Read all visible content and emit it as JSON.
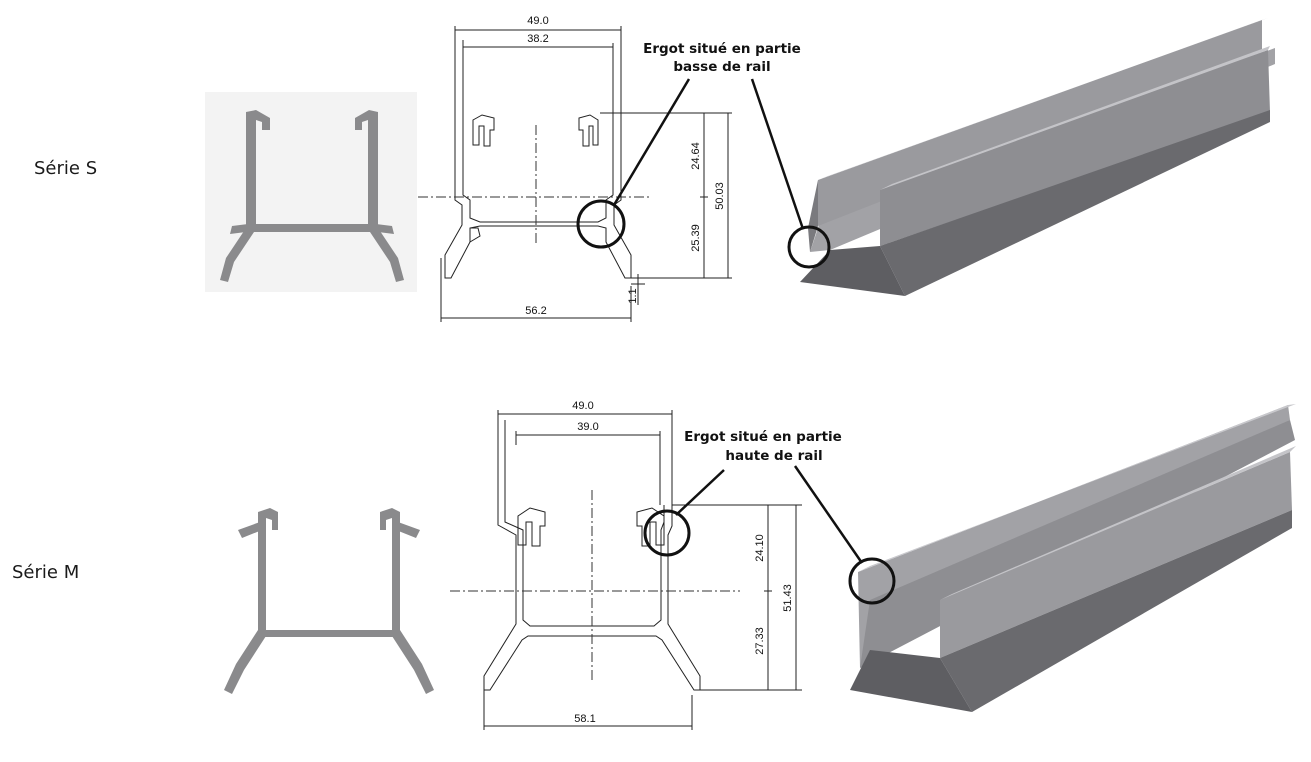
{
  "series": [
    {
      "label": "Série S",
      "dimensions": {
        "width_outer": "49.0",
        "width_inner": "38.2",
        "height_total": "50.03",
        "height_upper": "24.64",
        "height_lower": "25.39",
        "base_width": "56.2",
        "foot_offset": "1.1"
      },
      "callout": [
        "Ergot situé en partie",
        "basse de rail"
      ]
    },
    {
      "label": "Série M",
      "dimensions": {
        "width_outer": "49.0",
        "width_inner": "39.0",
        "height_total": "51.43",
        "height_upper": "24.10",
        "height_lower": "27.33",
        "base_width": "58.1"
      },
      "callout": [
        "Ergot situé en partie",
        "haute de rail"
      ]
    }
  ],
  "colors": {
    "profile_fill": "#8a8a8c",
    "rail_light": "#a2a2a6",
    "rail_mid": "#86868a",
    "rail_dark": "#5e5e62",
    "line": "#222222"
  },
  "icons": [
    "profile-silhouette",
    "technical-drawing",
    "rail-3d-render",
    "callout-circle"
  ]
}
